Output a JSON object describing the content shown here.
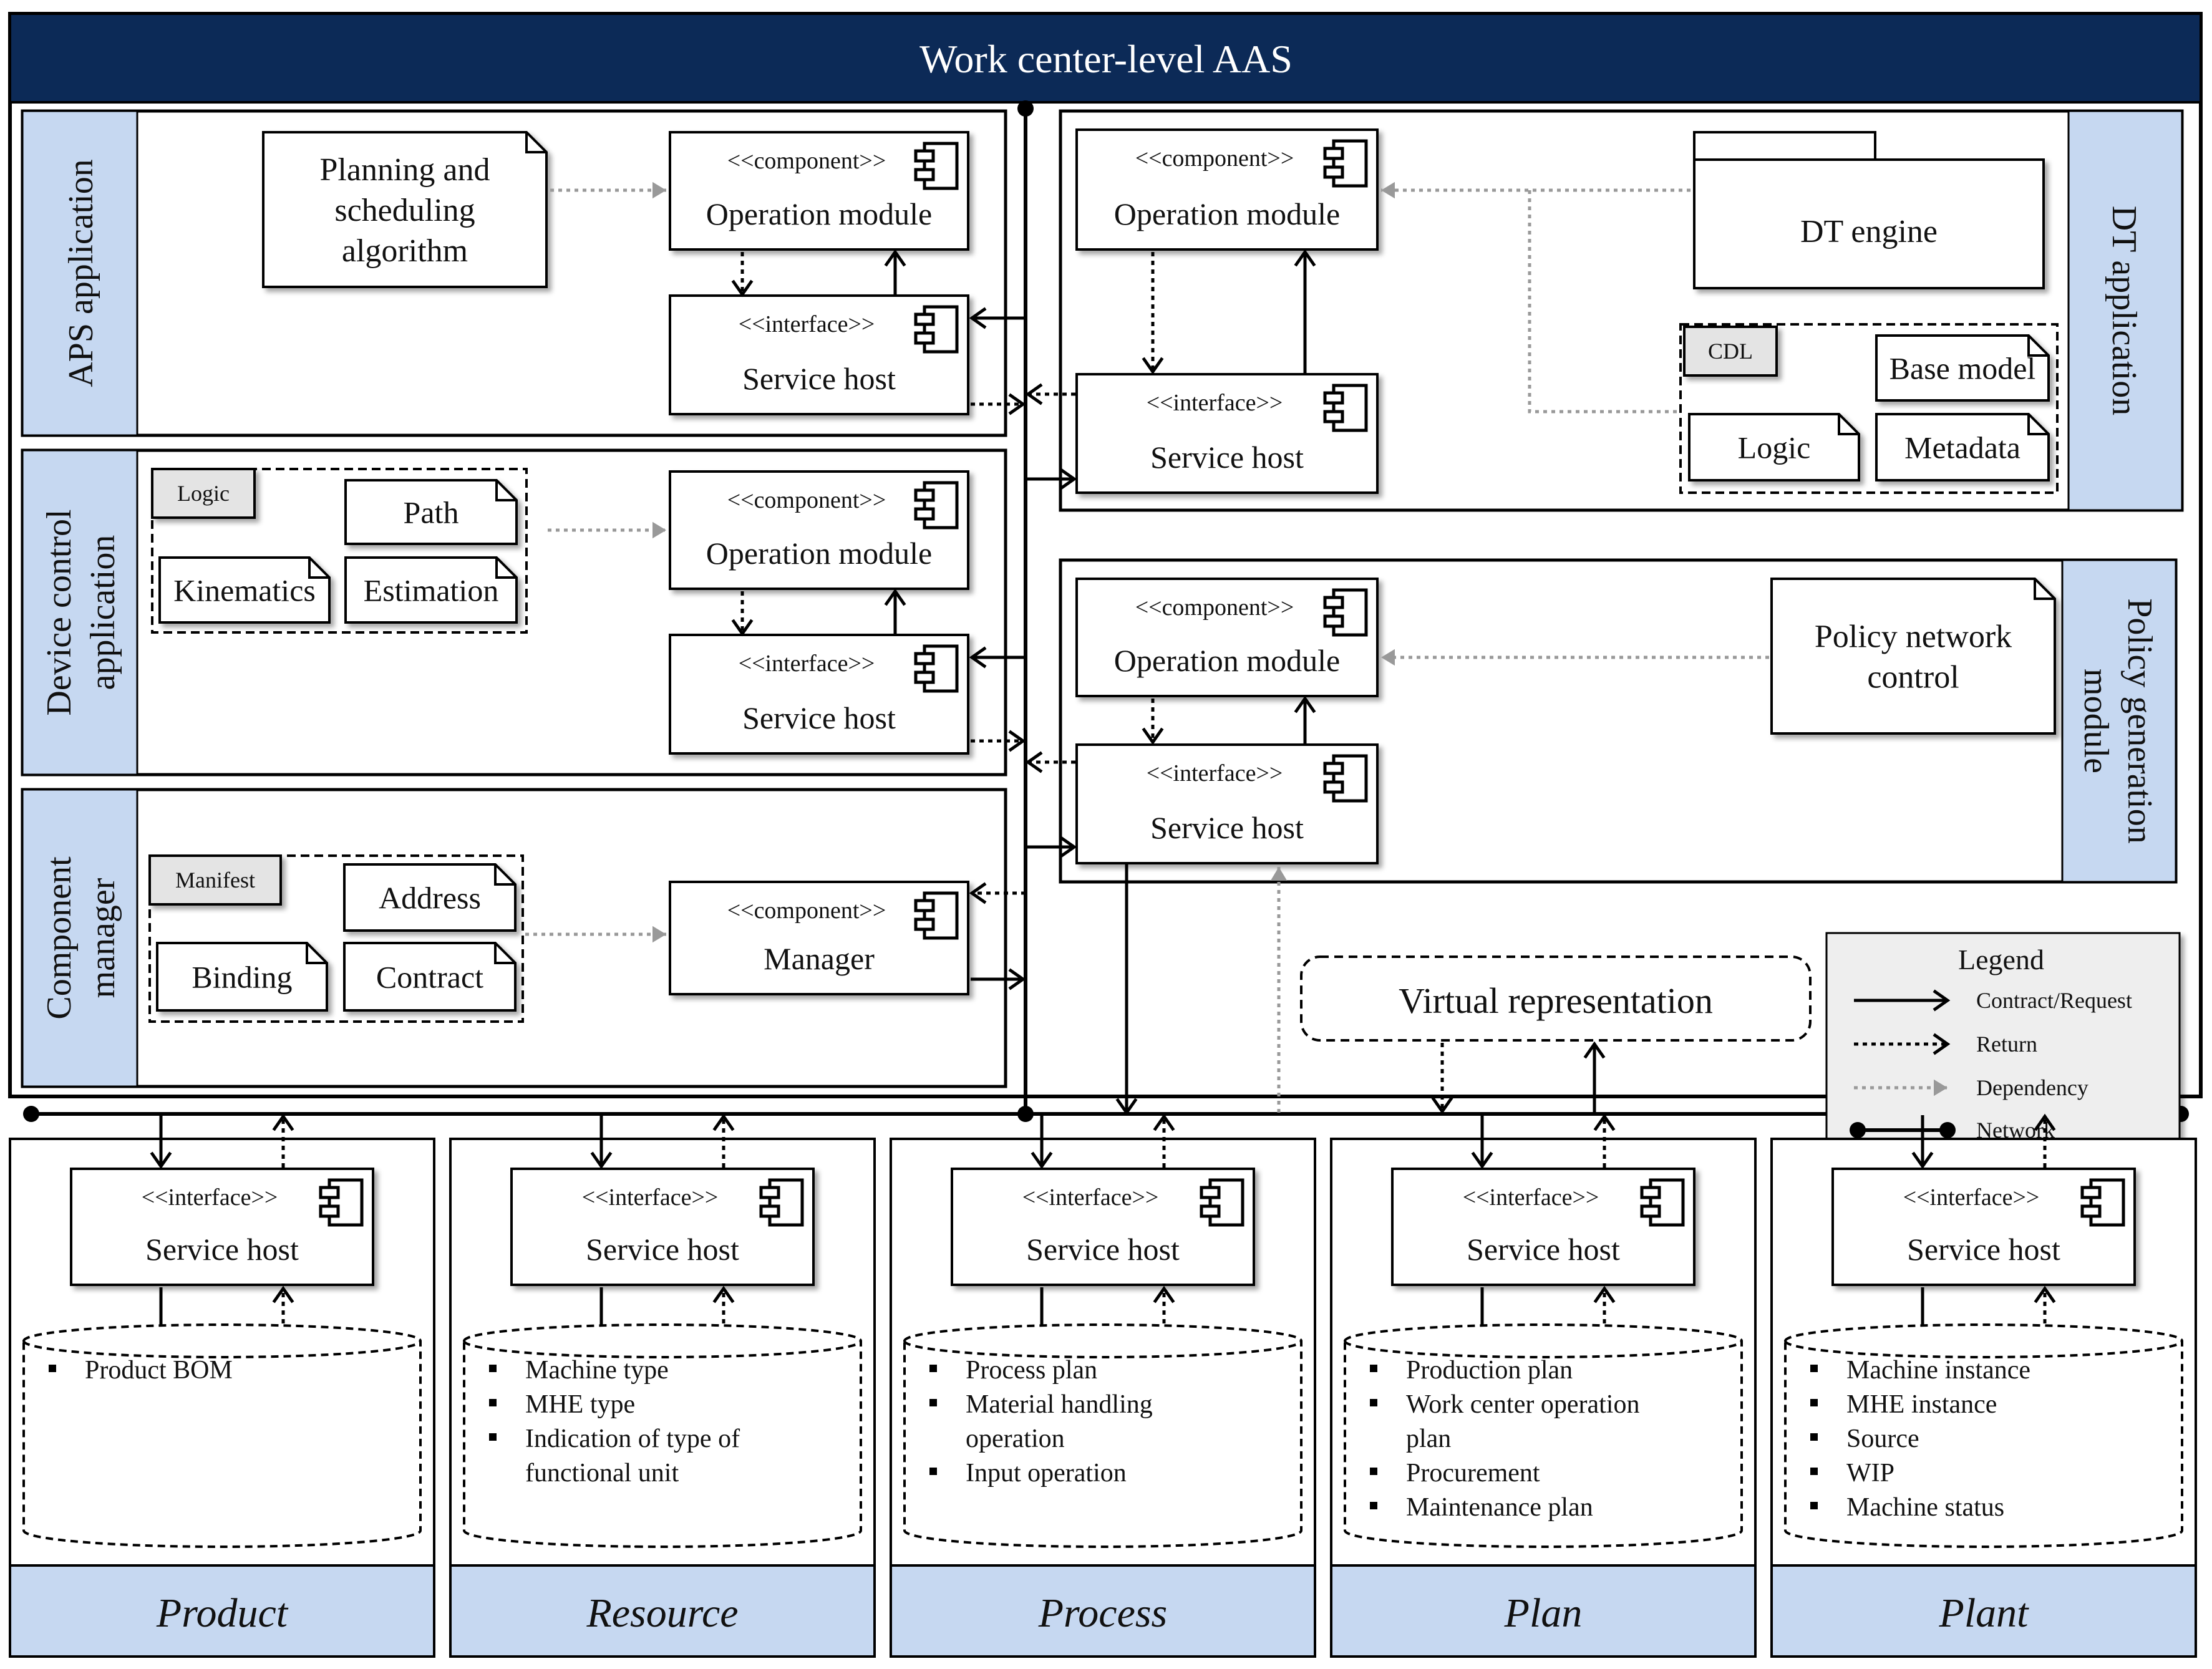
{
  "title": "Work center-level AAS",
  "stereotypes": {
    "component": "<<component>>",
    "interface": "<<interface>>"
  },
  "labels": {
    "operation_module": "Operation module",
    "service_host": "Service host",
    "manager": "Manager"
  },
  "aps": {
    "section_label": "APS application",
    "note": [
      "Planning and",
      "scheduling",
      "algorithm"
    ]
  },
  "device_control": {
    "section_label": [
      "Device control",
      "application"
    ],
    "package_tag": "Logic",
    "items": {
      "path": "Path",
      "kinematics": "Kinematics",
      "estimation": "Estimation"
    }
  },
  "component_manager": {
    "section_label": [
      "Component",
      "manager"
    ],
    "package_tag": "Manifest",
    "items": {
      "address": "Address",
      "binding": "Binding",
      "contract": "Contract"
    }
  },
  "dt": {
    "section_label": "DT application",
    "engine": "DT engine",
    "package_tag": "CDL",
    "items": {
      "base_model": "Base model",
      "logic": "Logic",
      "metadata": "Metadata"
    }
  },
  "policy": {
    "section_label": [
      "Policy generation",
      "module"
    ],
    "note": [
      "Policy network",
      "control"
    ]
  },
  "virtual_representation": "Virtual representation",
  "legend": {
    "title": "Legend",
    "contract": "Contract/Request",
    "return": "Return",
    "dependency": "Dependency",
    "network": "Network"
  },
  "bottom": [
    {
      "label": "Product",
      "items": [
        "Product BOM"
      ]
    },
    {
      "label": "Resource",
      "items": [
        "Machine type",
        "MHE type",
        [
          "Indication of type of",
          "functional unit"
        ]
      ]
    },
    {
      "label": "Process",
      "items": [
        "Process plan",
        [
          "Material handling",
          "operation"
        ],
        "Input operation"
      ]
    },
    {
      "label": "Plan",
      "items": [
        "Production plan",
        [
          "Work center operation",
          "plan"
        ],
        "Procurement",
        "Maintenance plan"
      ]
    },
    {
      "label": "Plant",
      "items": [
        "Machine instance",
        "MHE instance",
        "Source",
        "WIP",
        "Machine status"
      ]
    }
  ],
  "colors": {
    "title_bar": "#0c2a57",
    "section_label_fill": "#c6d8f1",
    "package_tag_fill": "#e4e4e4",
    "dependency_arrow": "#999999",
    "line": "#000000"
  }
}
